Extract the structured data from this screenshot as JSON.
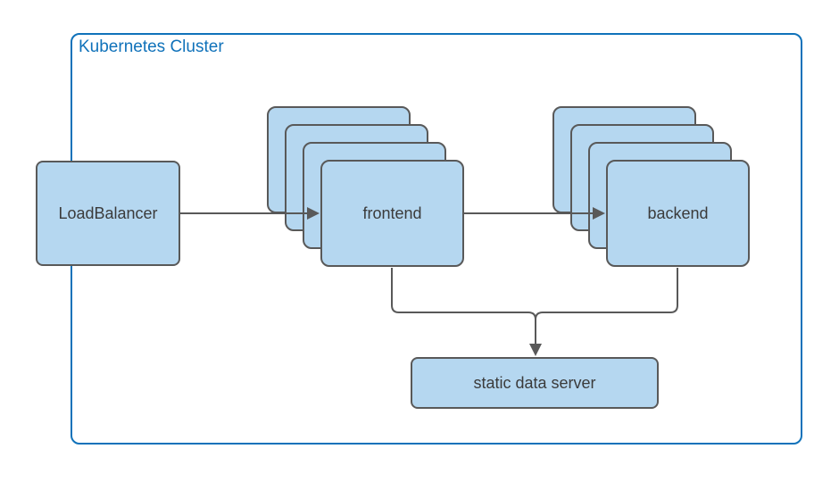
{
  "diagram": {
    "cluster": {
      "title": "Kubernetes Cluster"
    },
    "nodes": {
      "load_balancer": {
        "label": "LoadBalancer"
      },
      "frontend": {
        "label": "frontend",
        "replicas_shown": 4
      },
      "backend": {
        "label": "backend",
        "replicas_shown": 4
      },
      "static_data_server": {
        "label": "static data server"
      }
    },
    "edges": [
      {
        "from": "load_balancer",
        "to": "frontend",
        "arrow": "true"
      },
      {
        "from": "frontend",
        "to": "backend",
        "arrow": "true"
      },
      {
        "from": "frontend",
        "to": "static_data_server",
        "arrow": "true"
      },
      {
        "from": "backend",
        "to": "static_data_server",
        "arrow": "true"
      }
    ],
    "colors": {
      "node_fill": "#b5d7f0",
      "node_stroke": "#595959",
      "connector_stroke": "#595959",
      "cluster_stroke": "#1072ba",
      "cluster_text": "#1072ba",
      "node_text": "#3b3b3b",
      "background": "#ffffff"
    }
  }
}
